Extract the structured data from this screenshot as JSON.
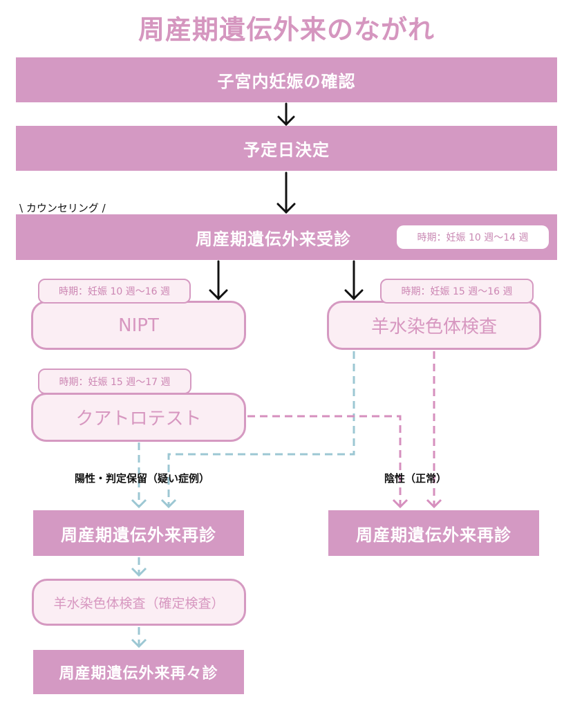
{
  "title": "周産期遺伝外来のながれ",
  "steps": {
    "confirm_pregnancy": "子宮内妊娠の確認",
    "due_date": "予定日決定",
    "counseling_label": "\\ カウンセリング /",
    "visit": "周産期遺伝外来受診",
    "visit_period": "時期：妊娠 10 週〜14 週",
    "nipt": "NIPT",
    "nipt_period": "時期：妊娠 10 週〜16 週",
    "amnio": "羊水染色体検査",
    "amnio_period": "時期：妊娠 15 週〜16 週",
    "quattro": "クアトロテスト",
    "quattro_period": "時期：妊娠 15 週〜17 週",
    "positive_label": "陽性・判定保留（疑い症例）",
    "negative_label": "陰性（正常）",
    "revisit_left": "周産期遺伝外来再診",
    "revisit_right": "周産期遺伝外来再診",
    "confirm_test": "羊水染色体検査（確定検査）",
    "second_revisit": "周産期遺伝外来再々診"
  },
  "colors": {
    "bar": "#d499c3",
    "pill_fill": "#fbeef4",
    "pill_border": "#d599c1",
    "title": "#d596bf",
    "dashed_pink": "#d68fbe",
    "dashed_blue": "#9cc7d3",
    "arrow": "#111111"
  }
}
